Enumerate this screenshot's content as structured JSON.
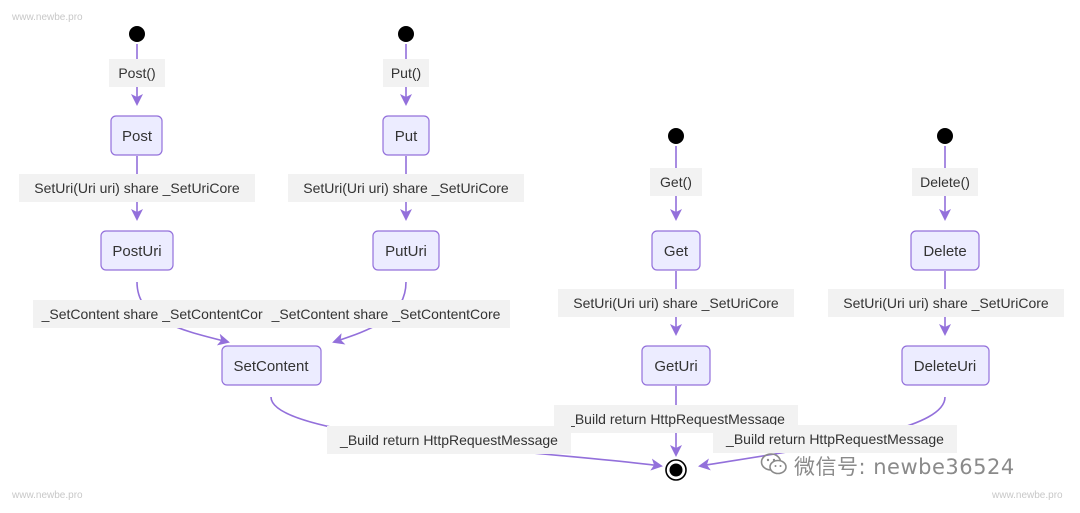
{
  "watermark": {
    "text": "www.newbe.pro"
  },
  "wechat": {
    "text": "微信号: newbe36524",
    "icon": "wechat-icon"
  },
  "colors": {
    "node_fill": "#ececff",
    "node_stroke": "#9370db",
    "arrow": "#9370db",
    "label_bg": "#f2f2f2",
    "start": "#000000"
  },
  "nodes": {
    "post": "Post",
    "put": "Put",
    "post_uri": "PostUri",
    "put_uri": "PutUri",
    "set_content": "SetContent",
    "get": "Get",
    "get_uri": "GetUri",
    "delete": "Delete",
    "delete_uri": "DeleteUri"
  },
  "edges": {
    "start_post": "Post()",
    "start_put": "Put()",
    "start_get": "Get()",
    "start_delete": "Delete()",
    "post_to_posturi": "SetUri(Uri uri) share _SetUriCore",
    "put_to_puturi": "SetUri(Uri uri) share _SetUriCore",
    "get_to_geturi": "SetUri(Uri uri) share _SetUriCore",
    "delete_to_deleteuri": "SetUri(Uri uri) share _SetUriCore",
    "posturi_to_setcontent": "_SetContent share _SetContentCore",
    "puturi_to_setcontent": "_SetContent share _SetContentCore",
    "setcontent_to_end": "_Build return HttpRequestMessage",
    "geturi_to_end": "_Build return HttpRequestMessage",
    "deleteuri_to_end": "_Build return HttpRequestMessage"
  }
}
